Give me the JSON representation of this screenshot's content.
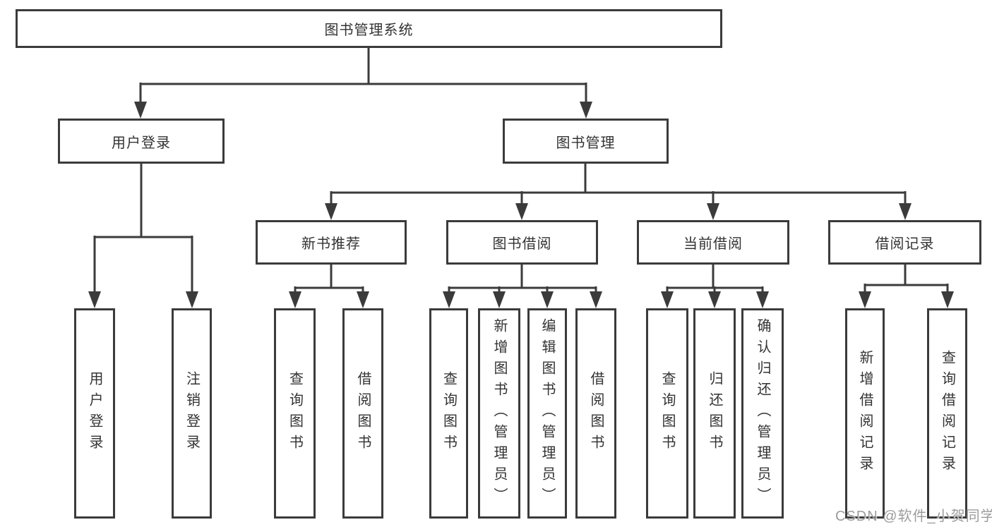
{
  "colors": {
    "line": "#3b3b3b",
    "box_border": "#3b3b3b",
    "text": "#333333",
    "background": "#ffffff",
    "watermark": "#9c9c9c"
  },
  "watermark": {
    "text": "CSDN @软件_小贺同学"
  },
  "tree": {
    "root": {
      "label": "图书管理系统"
    },
    "branches": [
      {
        "label": "用户登录",
        "children": [
          {
            "label": "用户登录"
          },
          {
            "label": "注销登录"
          }
        ]
      },
      {
        "label": "图书管理",
        "groups": [
          {
            "label": "新书推荐",
            "children": [
              {
                "label": "查询图书"
              },
              {
                "label": "借阅图书"
              }
            ]
          },
          {
            "label": "图书借阅",
            "children": [
              {
                "label": "查询图书"
              },
              {
                "label": "新增图书（管理员）"
              },
              {
                "label": "编辑图书（管理员）"
              },
              {
                "label": "借阅图书"
              }
            ]
          },
          {
            "label": "当前借阅",
            "children": [
              {
                "label": "查询图书"
              },
              {
                "label": "归还图书"
              },
              {
                "label": "确认归还（管理员）"
              }
            ]
          },
          {
            "label": "借阅记录",
            "children": [
              {
                "label": "新增借阅记录"
              },
              {
                "label": "查询借阅记录"
              }
            ]
          }
        ]
      }
    ]
  }
}
